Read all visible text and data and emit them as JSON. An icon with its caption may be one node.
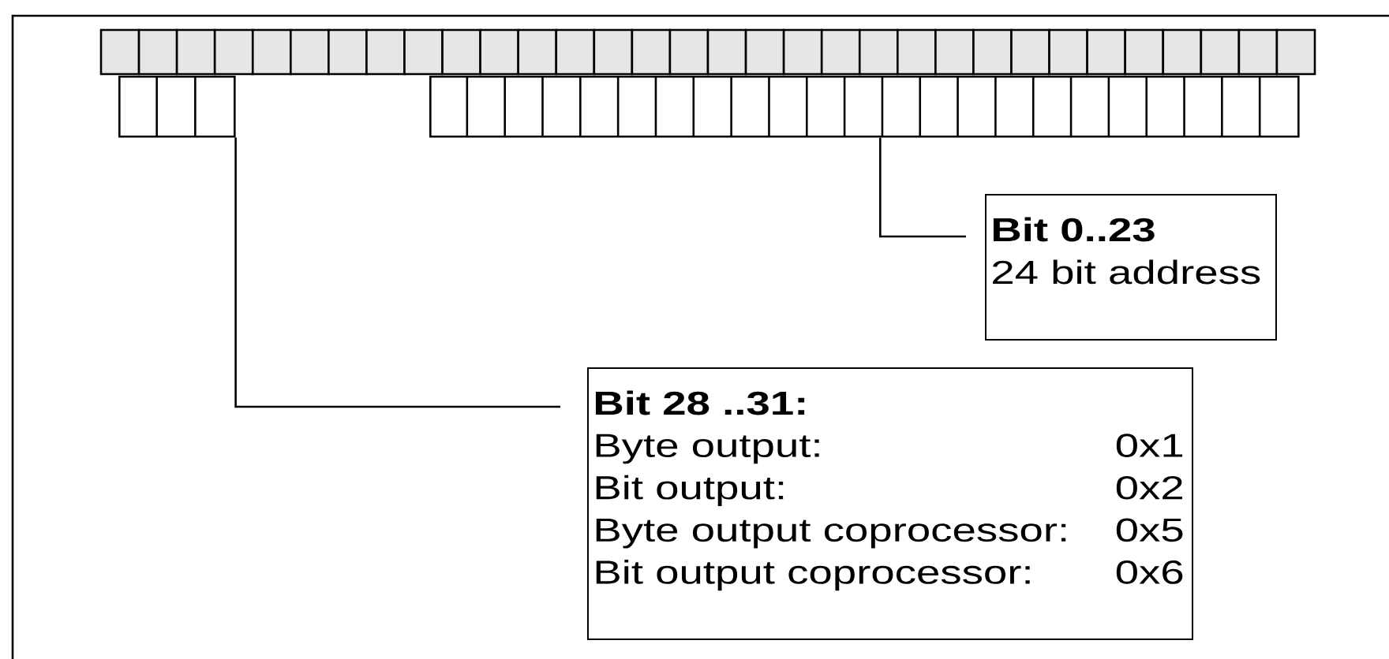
{
  "diagram": {
    "nodes": [
      {
        "text": [],
        "shape": "bar"
      },
      {
        "text": [],
        "shape": "bar"
      },
      {
        "text": [
          "Bit 0..23",
          "24 bit address"
        ]
      },
      {
        "text": [
          "Bit 28 ..31:",
          "Byte output:",
          "0x1",
          "Bit output:",
          "0x2",
          "Byte output coprocessor:",
          "0x5",
          "Bit output coprocessor:",
          "0x6"
        ]
      }
    ],
    "edges": [
      {
        "from": 2,
        "to": 1,
        "arrow": "none"
      },
      {
        "from": 3,
        "to": 0,
        "arrow": "none"
      }
    ]
  }
}
